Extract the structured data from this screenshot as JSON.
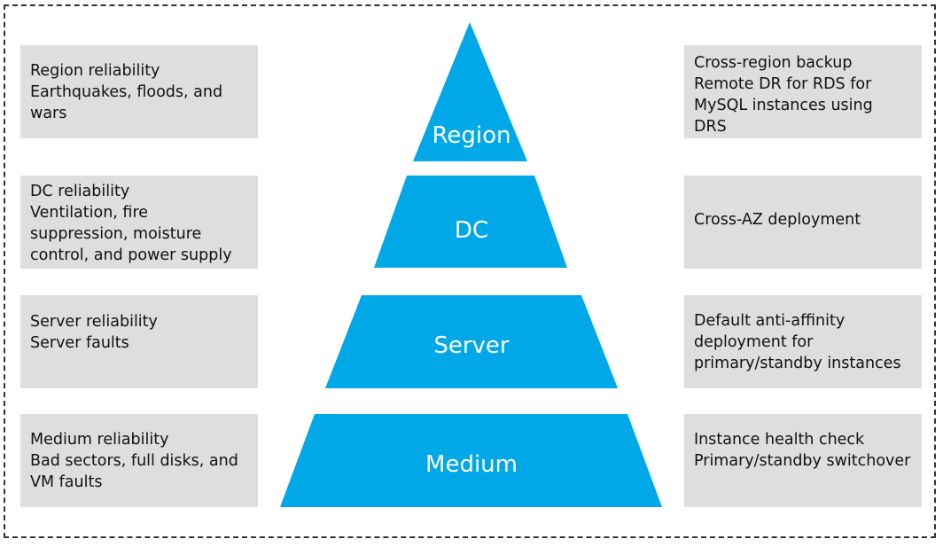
{
  "diagram": {
    "colors": {
      "tier_fill": "#00a8e8",
      "box_fill": "#dedede",
      "text": "#111111",
      "border": "#333333"
    },
    "tiers": [
      {
        "label": "Region",
        "left_lines": [
          "Region reliability",
          "Earthquakes, floods, and",
          "wars"
        ],
        "right_lines": [
          "Cross-region backup",
          "Remote DR for RDS for",
          "MySQL instances using",
          "DRS"
        ]
      },
      {
        "label": "DC",
        "left_lines": [
          "DC reliability",
          "Ventilation, fire",
          "suppression, moisture",
          "control, and power supply"
        ],
        "right_lines": [
          "Cross-AZ deployment"
        ]
      },
      {
        "label": "Server",
        "left_lines": [
          "Server reliability",
          "Server faults"
        ],
        "right_lines": [
          "Default anti-affinity",
          "deployment for",
          "primary/standby instances"
        ]
      },
      {
        "label": "Medium",
        "left_lines": [
          "Medium reliability",
          "Bad sectors, full disks, and",
          "VM faults"
        ],
        "right_lines": [
          "Instance health check",
          "Primary/standby switchover"
        ]
      }
    ]
  }
}
